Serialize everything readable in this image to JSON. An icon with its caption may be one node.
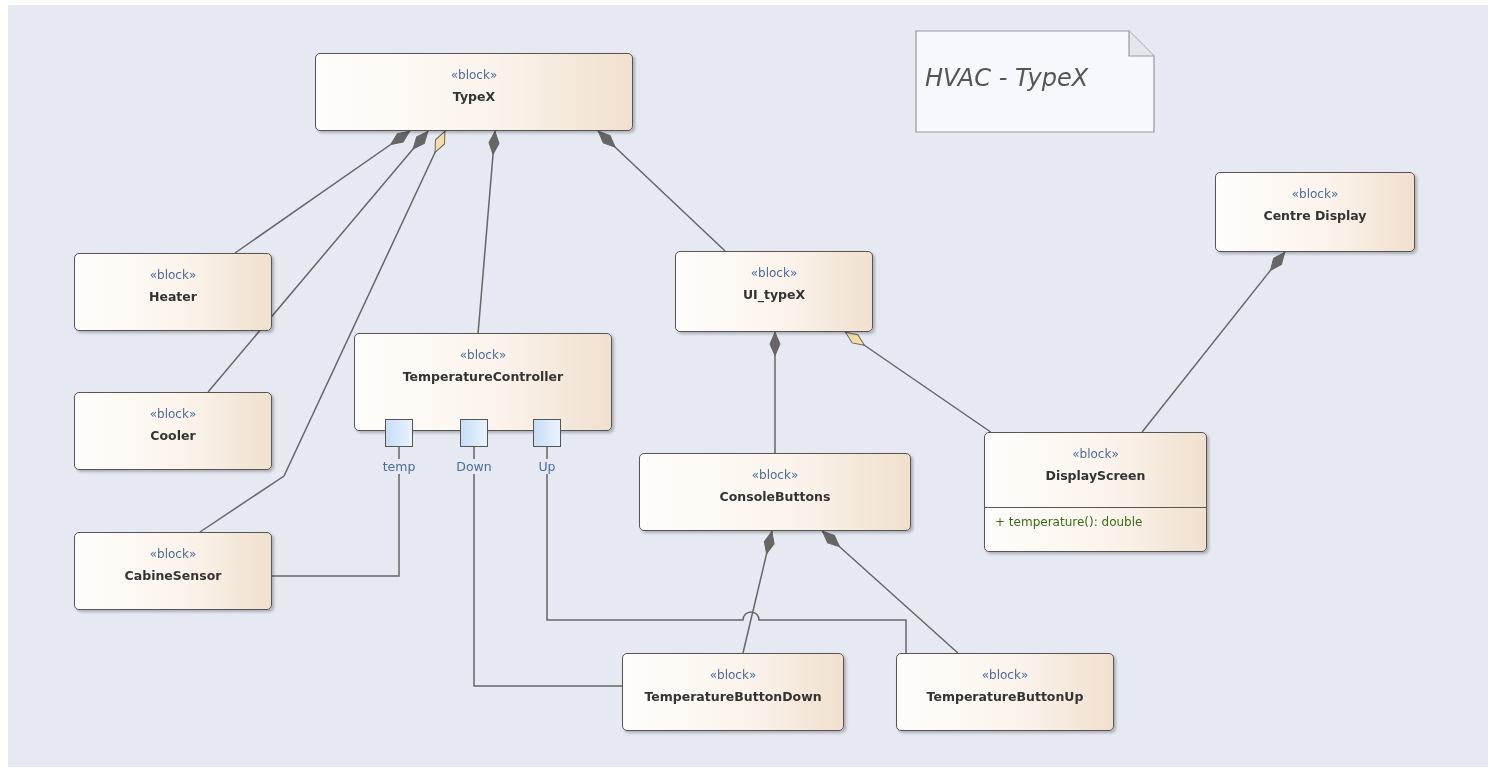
{
  "diagram": {
    "nodes": [
      {
        "text": [
          "«block»",
          "TypeX"
        ]
      },
      {
        "text": [
          "HVAC - TypeX"
        ]
      },
      {
        "text": [
          "«block»",
          "Centre Display"
        ]
      },
      {
        "text": [
          "«block»",
          "Heater"
        ]
      },
      {
        "text": [
          "«block»",
          "UI_typeX"
        ]
      },
      {
        "text": [
          "«block»",
          "TemperatureController"
        ]
      },
      {
        "text": [
          "«block»",
          "Cooler"
        ]
      },
      {
        "text": [],
        "shape": "box",
        "beside": [
          "temp"
        ]
      },
      {
        "text": [],
        "shape": "box",
        "beside": [
          "Down"
        ]
      },
      {
        "text": [],
        "shape": "box",
        "beside": [
          "Up"
        ]
      },
      {
        "text": [
          "«block»",
          "ConsoleButtons"
        ]
      },
      {
        "text": [
          "«block»",
          "DisplayScreen",
          "+ temperature(): double"
        ]
      },
      {
        "text": [
          "«block»",
          "CabineSensor"
        ]
      },
      {
        "text": [
          "«block»",
          "TemperatureButtonDown"
        ]
      },
      {
        "text": [
          "«block»",
          "TemperatureButtonUp"
        ]
      }
    ],
    "edges": [
      {
        "from": 0,
        "to": 3,
        "arrow": "other"
      },
      {
        "from": 0,
        "to": 6,
        "arrow": "other"
      },
      {
        "from": 0,
        "to": 12,
        "arrow": "other"
      },
      {
        "from": 0,
        "to": 5,
        "arrow": "other"
      },
      {
        "from": 0,
        "to": 4,
        "arrow": "other"
      },
      {
        "from": 4,
        "to": 10,
        "arrow": "other"
      },
      {
        "from": 4,
        "to": 11,
        "arrow": "other"
      },
      {
        "from": 2,
        "to": 11,
        "arrow": "other"
      },
      {
        "from": 10,
        "to": 13,
        "arrow": "other"
      },
      {
        "from": 10,
        "to": 14,
        "arrow": "other"
      },
      {
        "from": 7,
        "to": 12,
        "arrow": "none"
      },
      {
        "from": 8,
        "to": 13,
        "arrow": "none"
      },
      {
        "from": 9,
        "to": 14,
        "arrow": "none"
      }
    ]
  }
}
